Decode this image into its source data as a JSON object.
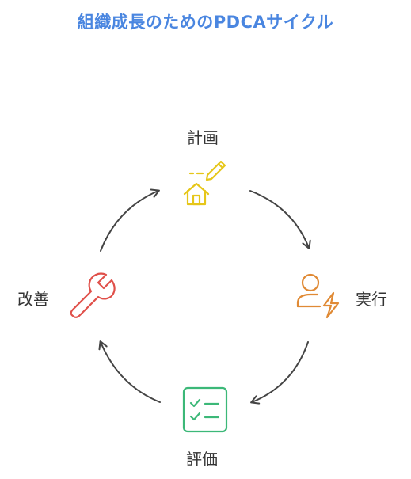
{
  "title": "組織成長のためのPDCAサイクル",
  "colors": {
    "title": "#4a86e0",
    "plan": "#e6c619",
    "do": "#e08a35",
    "check": "#3cb878",
    "act": "#e0504a",
    "arrow": "#444444"
  },
  "stages": {
    "plan": {
      "label": "計画",
      "icon": "house-pencil-icon"
    },
    "do": {
      "label": "実行",
      "icon": "person-lightning-icon"
    },
    "check": {
      "label": "評価",
      "icon": "checklist-icon"
    },
    "act": {
      "label": "改善",
      "icon": "wrench-icon"
    }
  }
}
